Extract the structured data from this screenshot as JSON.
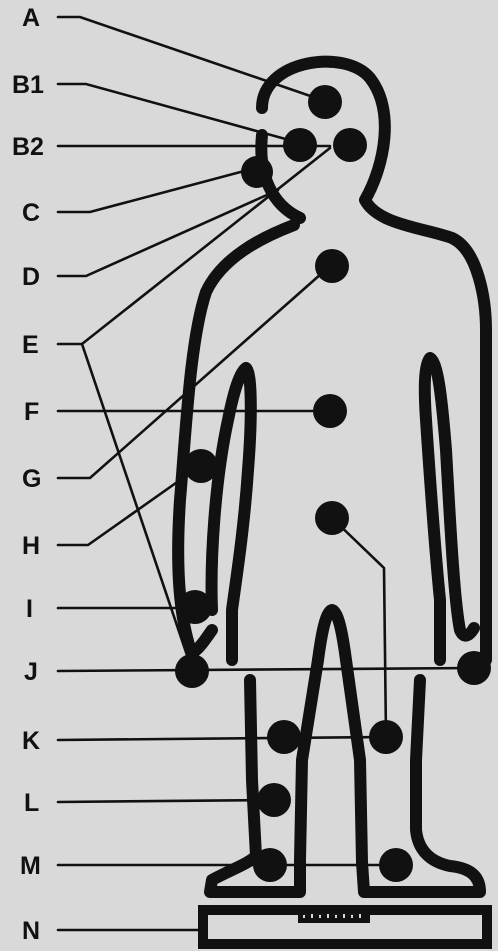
{
  "labels": {
    "a": "A",
    "b1": "B1",
    "b2": "B2",
    "c": "C",
    "d": "D",
    "e": "E",
    "f": "F",
    "g": "G",
    "h": "H",
    "i": "I",
    "j": "J",
    "k": "K",
    "l": "L",
    "m": "M",
    "n": "N"
  },
  "colors": {
    "background": "#d9d9d9",
    "ink": "#111111"
  }
}
